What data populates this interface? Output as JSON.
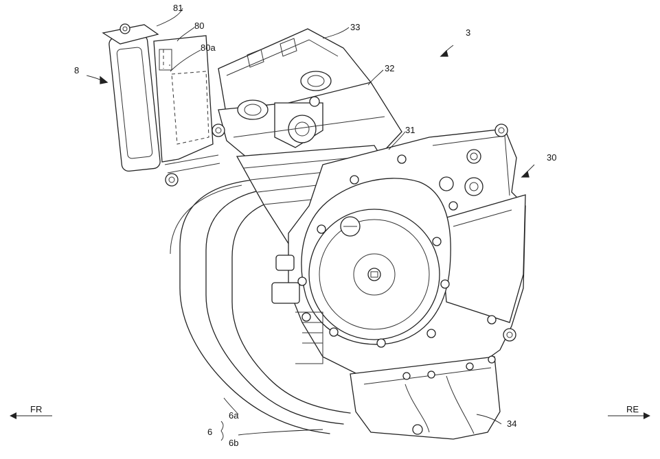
{
  "labels": {
    "engine": "3",
    "intake": "8",
    "air_cleaner_top": "81",
    "air_cleaner": "80",
    "air_cleaner_sub": "80a",
    "head_cover": "33",
    "cylinder_head": "32",
    "cylinder": "31",
    "crankcase": "30",
    "oil_pan": "34",
    "exhaust": "6",
    "exhaust_a": "6a",
    "exhaust_b": "6b",
    "direction_front": "FR",
    "direction_rear": "RE"
  }
}
